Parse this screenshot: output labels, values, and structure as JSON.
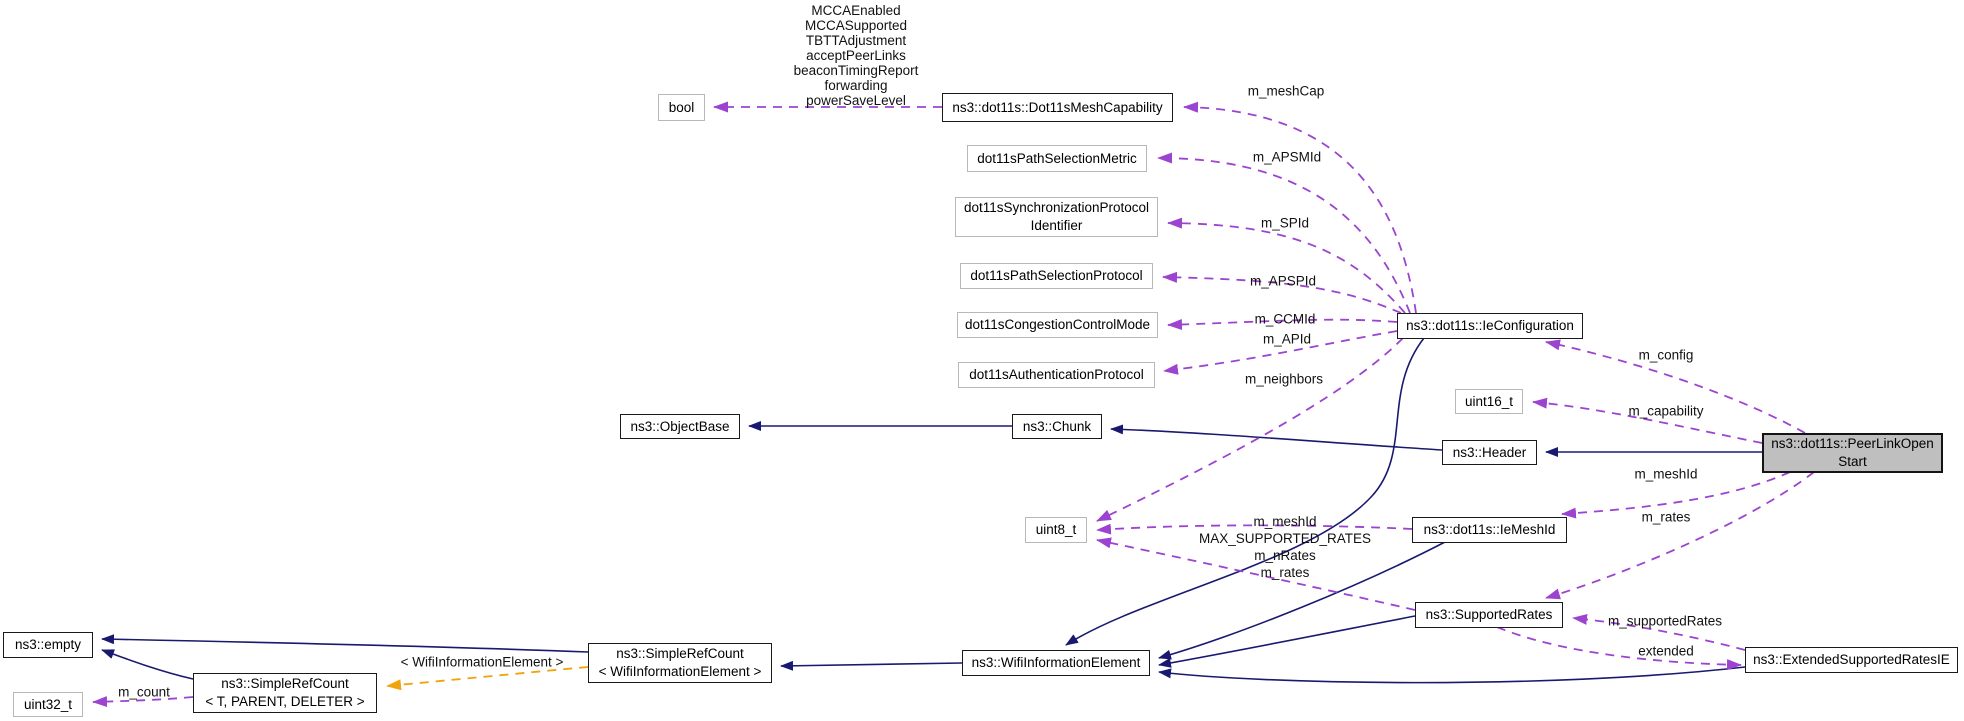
{
  "diagram": {
    "kind": "collaboration-graph",
    "target_class": "ns3::dot11s::PeerLinkOpenStart",
    "colors": {
      "inheritance_edge": "#191970",
      "usage_edge": "#9c44cf",
      "template_edge": "#f0a30a",
      "selected_node_fill": "#bfbfbf",
      "plain_node_border": "#b8b8b8",
      "documented_node_border": "#1a1a1a"
    },
    "nodes": {
      "bool": {
        "label": "bool"
      },
      "mesh_capability": {
        "label": "ns3::dot11s::Dot11sMeshCapability"
      },
      "path_selection_metric": {
        "label": "dot11sPathSelectionMetric"
      },
      "sync_protocol": {
        "line1": "dot11sSynchronizationProtocol",
        "line2": "Identifier"
      },
      "path_selection_protocol": {
        "label": "dot11sPathSelectionProtocol"
      },
      "congestion_control": {
        "label": "dot11sCongestionControlMode"
      },
      "auth_protocol": {
        "label": "dot11sAuthenticationProtocol"
      },
      "ie_configuration": {
        "label": "ns3::dot11s::IeConfiguration"
      },
      "uint16": {
        "label": "uint16_t"
      },
      "header": {
        "label": "ns3::Header"
      },
      "object_base": {
        "label": "ns3::ObjectBase"
      },
      "chunk": {
        "label": "ns3::Chunk"
      },
      "peer_link_open_start": {
        "line1": "ns3::dot11s::PeerLinkOpen",
        "line2": "Start"
      },
      "uint8": {
        "label": "uint8_t"
      },
      "ie_mesh_id": {
        "label": "ns3::dot11s::IeMeshId"
      },
      "supported_rates": {
        "label": "ns3::SupportedRates"
      },
      "extended_supported_rates": {
        "label": "ns3::ExtendedSupportedRatesIE"
      },
      "wifi_information_element": {
        "label": "ns3::WifiInformationElement"
      },
      "simple_ref_count_wie": {
        "line1": "ns3::SimpleRefCount",
        "line2": "< WifiInformationElement >"
      },
      "empty": {
        "label": "ns3::empty"
      },
      "simple_ref_count_tpl": {
        "line1": "ns3::SimpleRefCount",
        "line2": "< T, PARENT, DELETER >"
      },
      "uint32": {
        "label": "uint32_t"
      }
    },
    "edge_labels": {
      "bool_members": [
        "MCCAEnabled",
        "MCCASupported",
        "TBTTAdjustment",
        "acceptPeerLinks",
        "beaconTimingReport",
        "forwarding",
        "powerSaveLevel"
      ],
      "m_meshCap": "m_meshCap",
      "m_APSMId": "m_APSMId",
      "m_SPId": "m_SPId",
      "m_APSPId": "m_APSPId",
      "m_CCMId": "m_CCMId",
      "m_APId": "m_APId",
      "m_neighbors": "m_neighbors",
      "m_config": "m_config",
      "m_capability": "m_capability",
      "m_meshId_right": "m_meshId",
      "m_rates_right": "m_rates",
      "uint8_members": [
        "m_meshId",
        "MAX_SUPPORTED_RATES",
        "m_nRates",
        "m_rates"
      ],
      "m_supportedRates": "m_supportedRates",
      "extended": "extended",
      "template_args": "< WifiInformationElement >",
      "m_count": "m_count"
    }
  }
}
